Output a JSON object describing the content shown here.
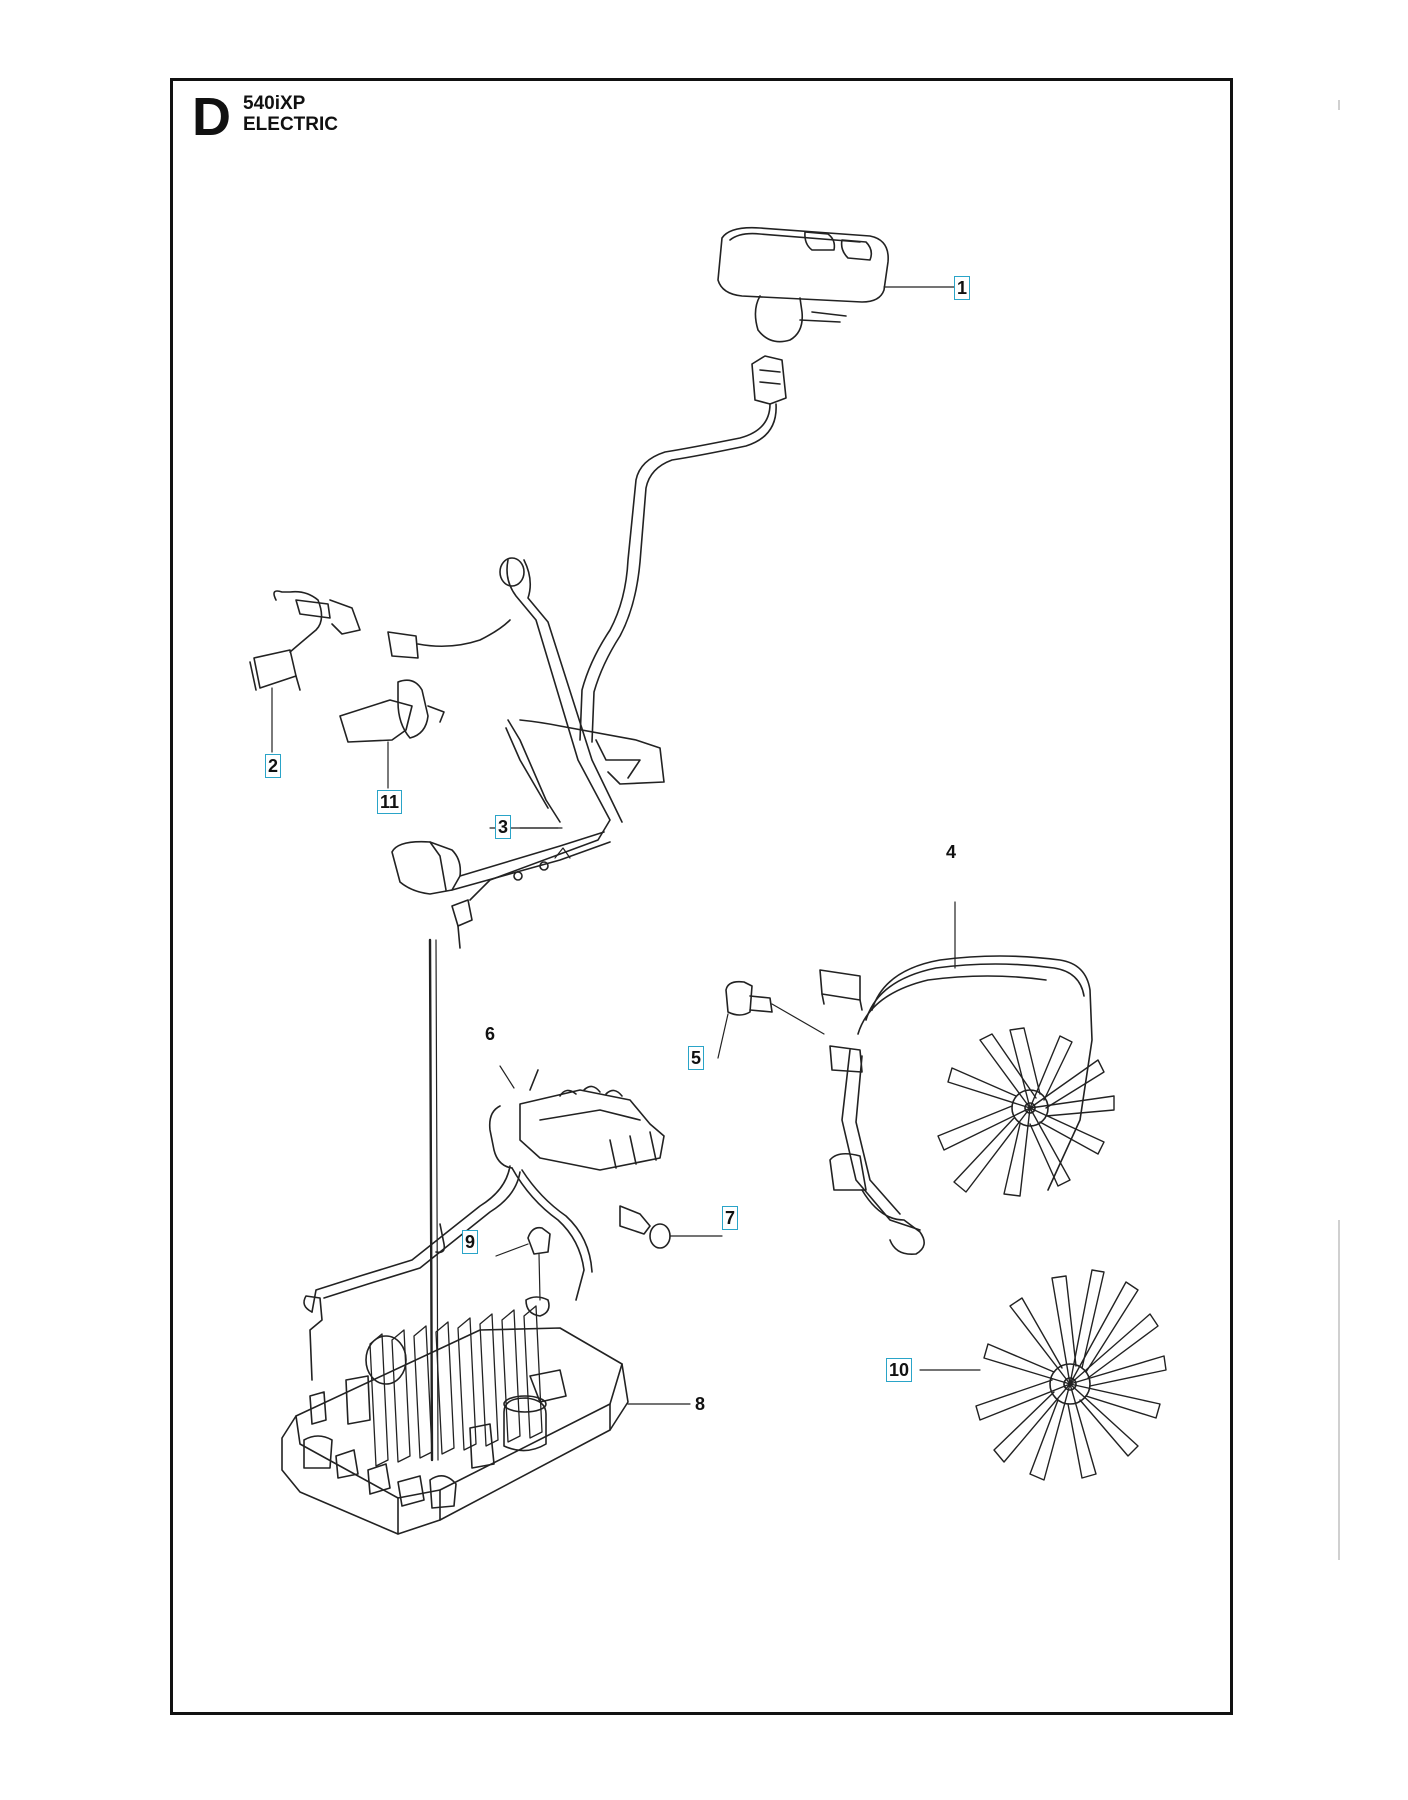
{
  "header": {
    "section_letter": "D",
    "model": "540iXP",
    "subtitle": "ELECTRIC"
  },
  "callouts": [
    {
      "id": "1",
      "label": "1"
    },
    {
      "id": "2",
      "label": "2"
    },
    {
      "id": "3",
      "label": "3"
    },
    {
      "id": "4",
      "label": "4"
    },
    {
      "id": "5",
      "label": "5"
    },
    {
      "id": "6",
      "label": "6"
    },
    {
      "id": "7",
      "label": "7"
    },
    {
      "id": "8",
      "label": "8"
    },
    {
      "id": "9",
      "label": "9"
    },
    {
      "id": "10",
      "label": "10"
    },
    {
      "id": "11",
      "label": "11"
    }
  ],
  "colors": {
    "frame": "#111111",
    "line": "#222222",
    "callout_border": "#2aa4c8"
  }
}
